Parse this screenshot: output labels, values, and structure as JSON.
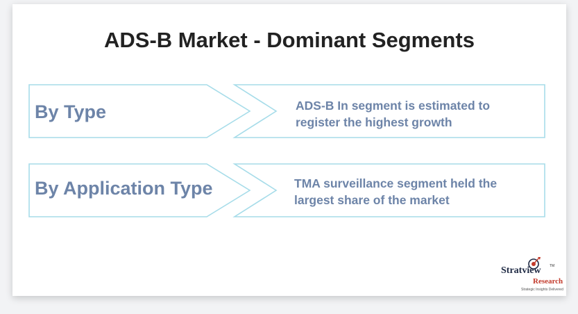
{
  "title": "ADS-B Market - Dominant Segments",
  "segments": [
    {
      "label": "By Type",
      "description_lines": [
        "ADS-B In segment is estimated to",
        "register the highest growth"
      ]
    },
    {
      "label": "By Application Type",
      "description_lines": [
        "TMA surveillance segment held the",
        "largest share of the market"
      ]
    }
  ],
  "logo": {
    "brand": "Stratview",
    "brand_line2": "Research",
    "tagline": "Strategic Insights Delivered",
    "trademark": "TM"
  },
  "colors": {
    "accent_border": "#a6dce9",
    "segment_text": "#6d84a8",
    "title_text": "#222222",
    "logo_red": "#c23a2b"
  }
}
